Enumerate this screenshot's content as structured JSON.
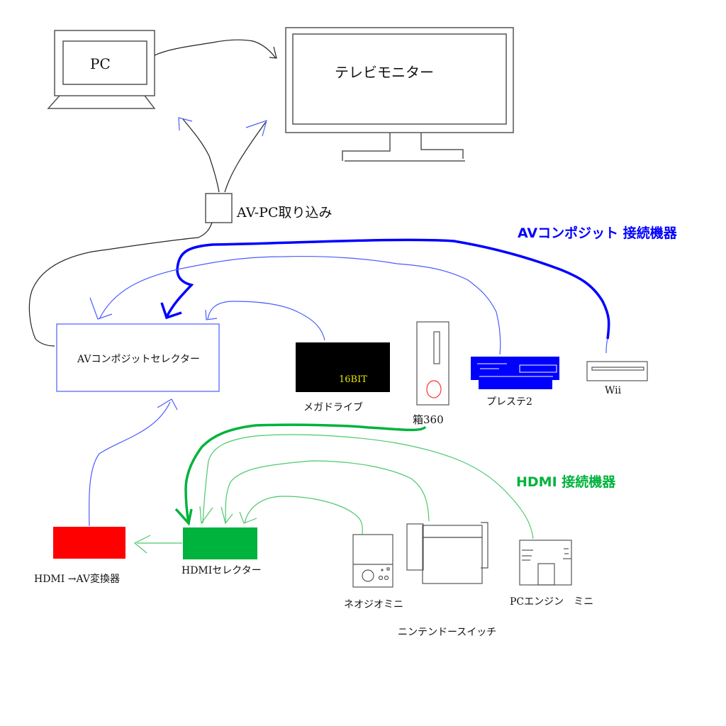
{
  "title": "AV / HDMI 接続図",
  "colors": {
    "av_line": "#0000ff",
    "av_thin": "#4a5cff",
    "hdmi_line": "#00b33c",
    "hdmi_thin": "#4cc86e",
    "pc_line": "#222222",
    "hdmi_selector": "#00b33c",
    "converter": "#ff0000",
    "ps2": "#0000ff",
    "megadrive": "#000000",
    "megadrive_text": "#e6e600"
  },
  "headings": {
    "av": "AVコンポジット 接続機器",
    "hdmi": "HDMI 接続機器"
  },
  "devices": {
    "pc": "PC",
    "tv": "テレビモニター",
    "capture": "AV-PC取り込み",
    "av_selector": "AVコンポジットセレクター",
    "megadrive": "メガドライブ",
    "megadrive_badge": "16BIT",
    "xbox360": "箱360",
    "ps2": "プレステ2",
    "wii": "Wii",
    "hdmi_to_av": "HDMI →AV変換器",
    "hdmi_selector": "HDMIセレクター",
    "neogeo_mini": "ネオジオミニ",
    "switch": "ニンテンドースイッチ",
    "pc_engine_mini": "PCエンジン　ミニ"
  },
  "connections": [
    {
      "from": "pc",
      "to": "tv",
      "type": "pc"
    },
    {
      "from": "capture",
      "to": "pc",
      "type": "pc"
    },
    {
      "from": "capture",
      "to": "tv",
      "type": "pc"
    },
    {
      "from": "av_selector",
      "to": "capture",
      "type": "pc"
    },
    {
      "from": "wii",
      "to": "av_selector",
      "type": "av"
    },
    {
      "from": "ps2",
      "to": "av_selector",
      "type": "av"
    },
    {
      "from": "megadrive",
      "to": "av_selector",
      "type": "av"
    },
    {
      "from": "hdmi_to_av",
      "to": "av_selector",
      "type": "av"
    },
    {
      "from": "xbox360",
      "to": "hdmi_selector",
      "type": "hdmi"
    },
    {
      "from": "pc_engine_mini",
      "to": "hdmi_selector",
      "type": "hdmi"
    },
    {
      "from": "switch",
      "to": "hdmi_selector",
      "type": "hdmi"
    },
    {
      "from": "neogeo_mini",
      "to": "hdmi_selector",
      "type": "hdmi"
    },
    {
      "from": "hdmi_selector",
      "to": "hdmi_to_av",
      "type": "hdmi"
    }
  ]
}
